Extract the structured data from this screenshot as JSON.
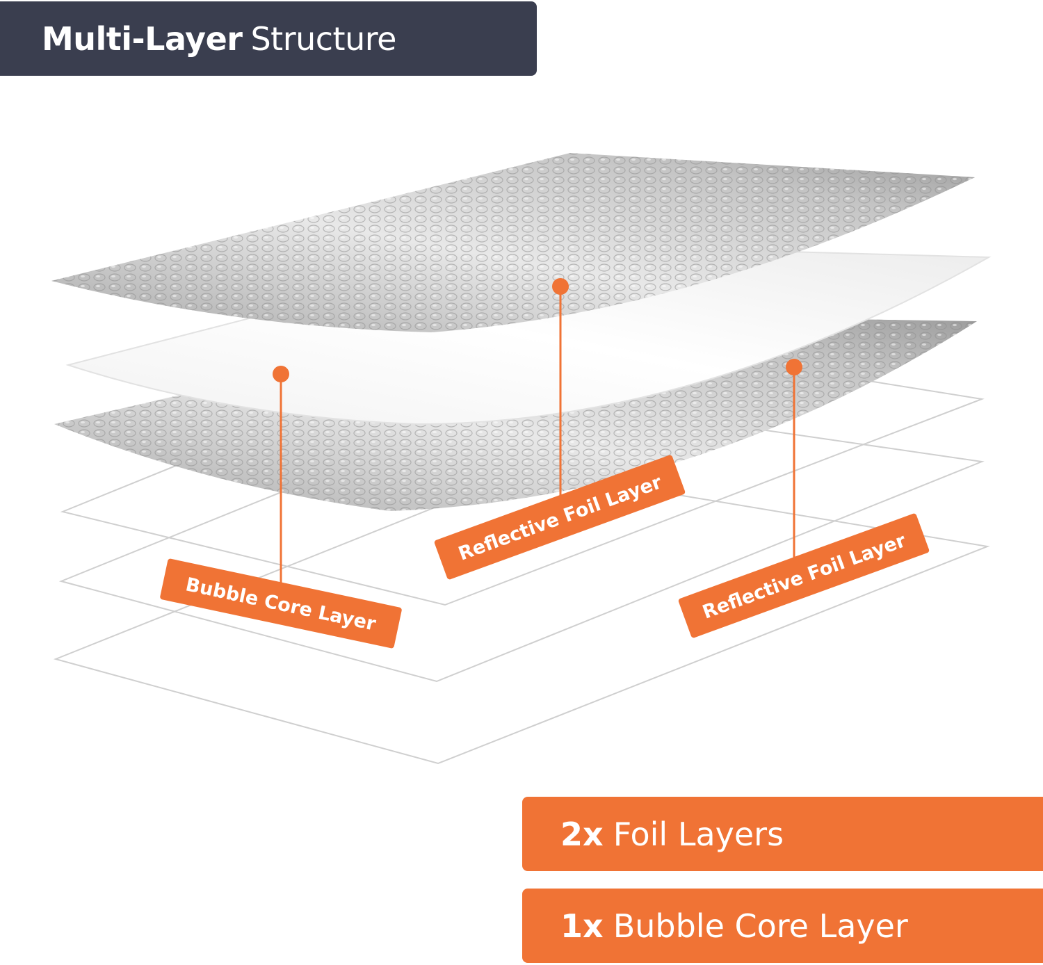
{
  "header": {
    "title_bold": "Multi-Layer",
    "title_light": "Structure"
  },
  "callouts": [
    {
      "label": "Bubble Core Layer"
    },
    {
      "label": "Reflective Foil Layer"
    },
    {
      "label": "Reflective Foil Layer"
    }
  ],
  "stats": [
    {
      "count": "2x",
      "label": "Foil Layers"
    },
    {
      "count": "1x",
      "label": "Bubble Core Layer"
    }
  ],
  "colors": {
    "header_bg": "#3a3e4f",
    "accent": "#f07335",
    "foil": "#b8b8b8",
    "bubble_core": "#f4f4f4"
  }
}
